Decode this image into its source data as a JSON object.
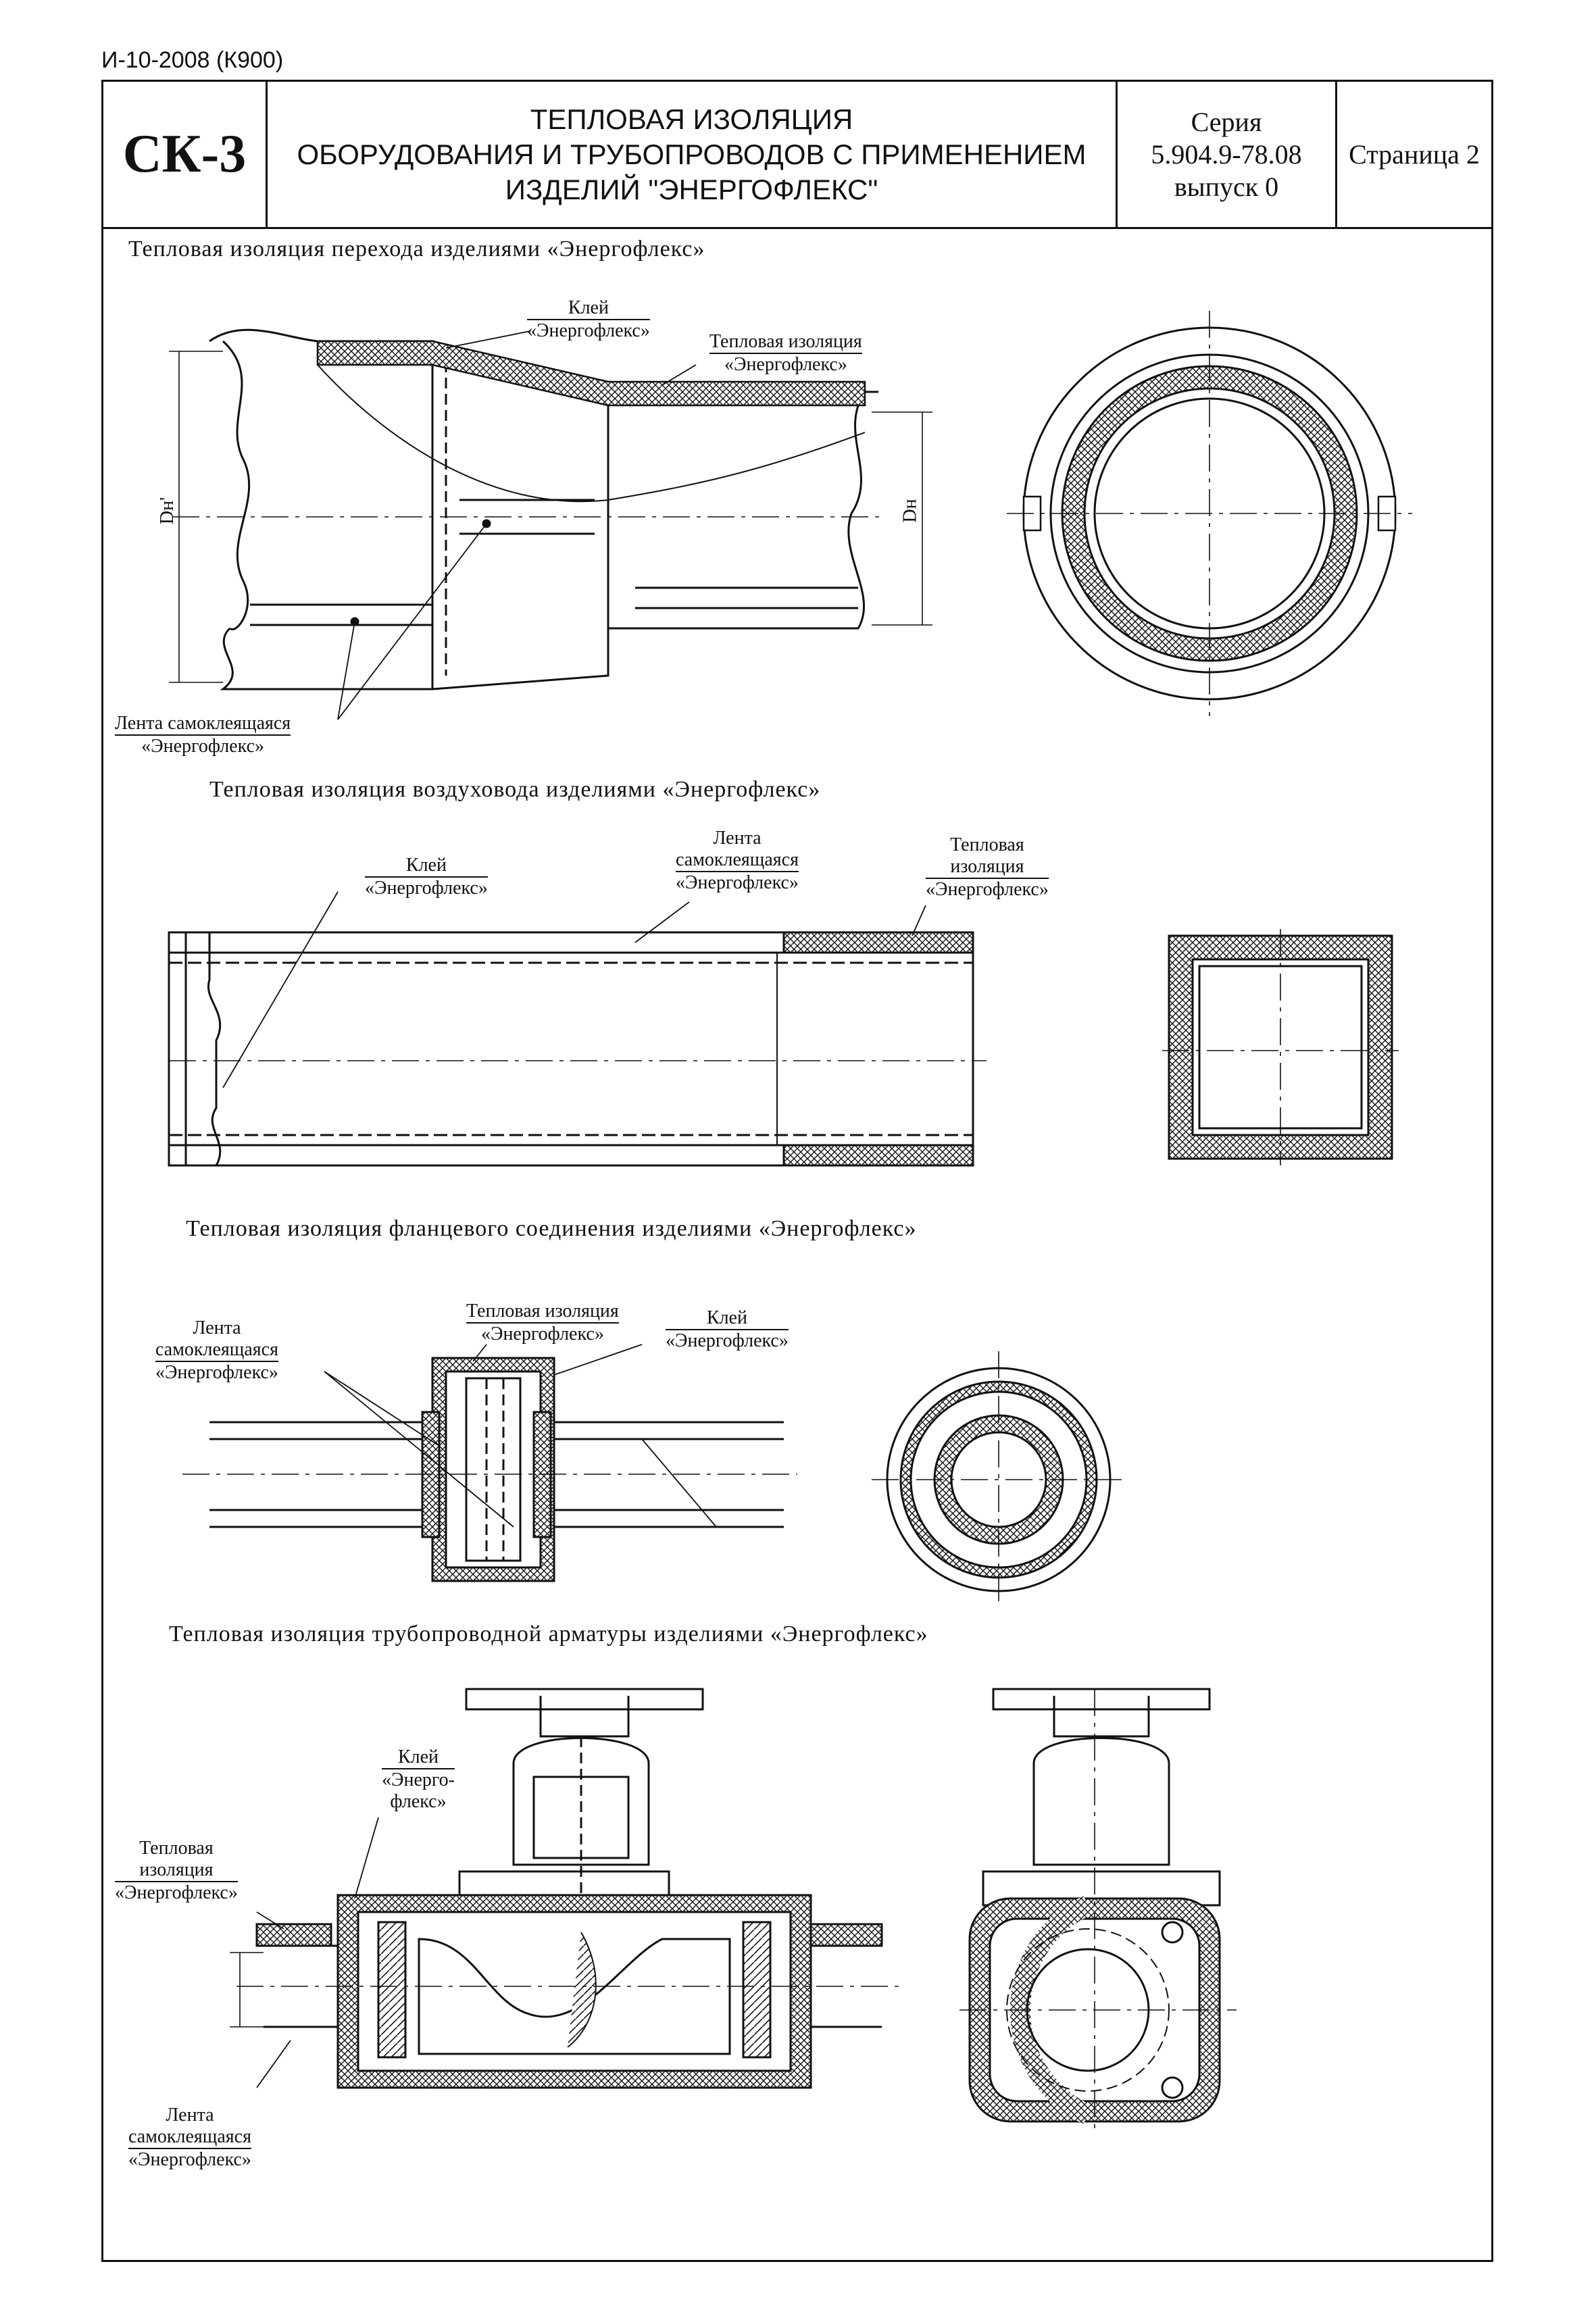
{
  "document": {
    "code": "И-10-2008 (К900)",
    "sheet_code": "СК-3",
    "title_lines": [
      "ТЕПЛОВАЯ ИЗОЛЯЦИЯ",
      "ОБОРУДОВАНИЯ И ТРУБОПРОВОДОВ С ПРИМЕНЕНИЕМ",
      "ИЗДЕЛИЙ \"ЭНЕРГОФЛЕКС\""
    ],
    "series_lines": [
      "Серия",
      "5.904.9-78.08",
      "выпуск 0"
    ],
    "page": "Страница 2"
  },
  "sections": [
    {
      "caption": "Тепловая изоляция перехода изделиями «Энергофлекс»",
      "labels": {
        "glue": [
          "Клей",
          "«Энергофлекс»"
        ],
        "insulation": [
          "Тепловая изоляция",
          "«Энергофлекс»"
        ],
        "tape": [
          "Лента самоклеящаяся",
          "«Энергофлекс»"
        ],
        "dim_large": "Dн'",
        "dim_small": "Dн"
      }
    },
    {
      "caption": "Тепловая изоляция воздуховода изделиями «Энергофлекс»",
      "labels": {
        "glue": [
          "Клей",
          "«Энергофлекс»"
        ],
        "tape": [
          "Лента",
          "самоклеящаяся",
          "«Энергофлекс»"
        ],
        "insulation": [
          "Тепловая",
          "изоляция",
          "«Энергофлекс»"
        ]
      }
    },
    {
      "caption": "Тепловая изоляция фланцевого соединения изделиями «Энергофлекс»",
      "labels": {
        "tape": [
          "Лента",
          "самоклеящаяся",
          "«Энергофлекс»"
        ],
        "insulation": [
          "Тепловая изоляция",
          "«Энергофлекс»"
        ],
        "glue": [
          "Клей",
          "«Энергофлекс»"
        ]
      }
    },
    {
      "caption": "Тепловая изоляция трубопроводной арматуры изделиями «Энергофлекс»",
      "labels": {
        "glue": [
          "Клей",
          "«Энерго-",
          "флекс»"
        ],
        "insulation": [
          "Тепловая",
          "изоляция",
          "«Энергофлекс»"
        ],
        "tape": [
          "Лента",
          "самоклеящаяся",
          "«Энергофлекс»"
        ]
      }
    }
  ]
}
